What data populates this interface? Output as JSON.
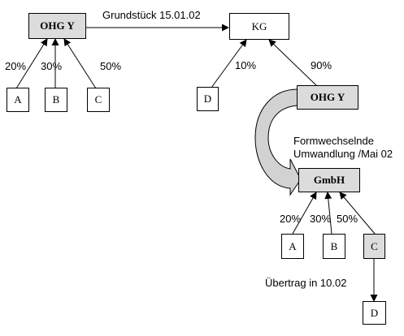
{
  "nodes": {
    "ohg_left": "OHG Y",
    "kg": "KG",
    "ohg_right": "OHG Y",
    "gmbh": "GmbH",
    "a_left": "A",
    "b_left": "B",
    "c_left": "C",
    "d_top": "D",
    "a_right": "A",
    "b_right": "B",
    "c_right": "C",
    "d_bottom": "D"
  },
  "edge_labels": {
    "grundstueck": "Grundstück 15.01.02",
    "a_left_pct": "20%",
    "b_left_pct": "30%",
    "c_left_pct": "50%",
    "d_pct": "10%",
    "ohg_right_pct": "90%",
    "a_right_pct": "20%",
    "b_right_pct": "30%",
    "c_right_pct": "50%"
  },
  "notes": {
    "umwandlung_line1": "Formwechselnde",
    "umwandlung_line2": "Umwandlung /Mai 02",
    "uebertrag": "Übertrag in 10.02"
  }
}
